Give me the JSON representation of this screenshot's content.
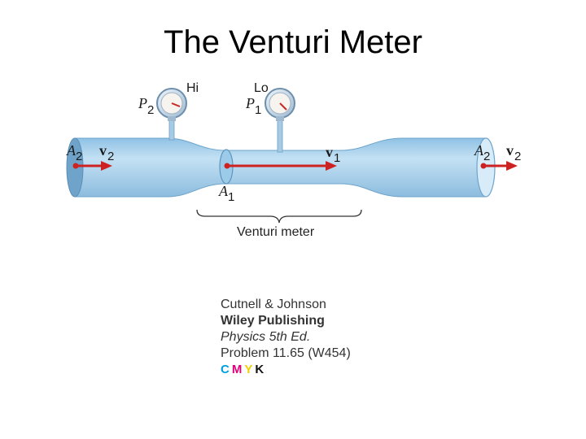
{
  "title": "The Venturi Meter",
  "labels": {
    "hi": "Hi",
    "lo": "Lo",
    "p2": "P",
    "p2_sub": "2",
    "p1": "P",
    "p1_sub": "1",
    "a2_left": "A",
    "a2_left_sub": "2",
    "v2_left": "v",
    "v2_left_sub": "2",
    "v1": "v",
    "v1_sub": "1",
    "a1": "A",
    "a1_sub": "1",
    "a2_right": "A",
    "a2_right_sub": "2",
    "v2_right": "v",
    "v2_right_sub": "2",
    "venturi_meter": "Venturi meter"
  },
  "credits": {
    "authors": "Cutnell & Johnson",
    "publisher": "Wiley Publishing",
    "edition": "Physics 5th Ed.",
    "problem": "Problem 11.65 (W454)",
    "cmyk": [
      {
        "letter": "C",
        "color": "#00a0e0"
      },
      {
        "letter": "M",
        "color": "#e0007a"
      },
      {
        "letter": "Y",
        "color": "#f0d000"
      },
      {
        "letter": "K",
        "color": "#111111"
      }
    ]
  },
  "colors": {
    "pipe_fill": "#a9d1ec",
    "pipe_edge": "#7aaed3",
    "arrow": "#cc2222"
  }
}
